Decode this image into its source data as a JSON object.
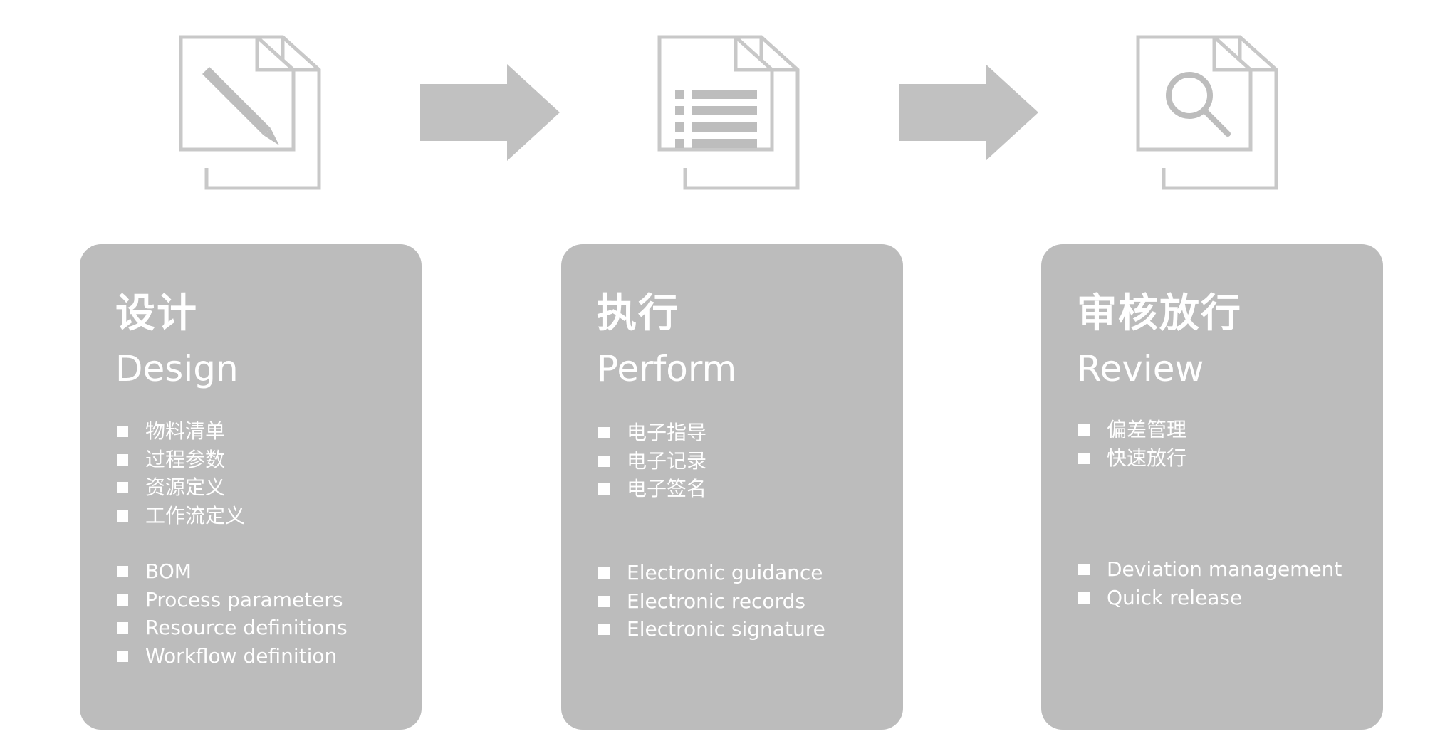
{
  "colors": {
    "card_bg": "#bcbcbc",
    "icon_stroke": "#c8c8c8",
    "arrow_fill": "#c1c1c1",
    "text": "#ffffff"
  },
  "stages": [
    {
      "icon": "pencil-document-icon",
      "title_cn": "设计",
      "title_en": "Design",
      "items_cn": [
        "物料清单",
        "过程参数",
        "资源定义",
        "工作流定义"
      ],
      "items_en": [
        "BOM",
        "Process parameters",
        "Resource definitions",
        "Workflow definition"
      ]
    },
    {
      "icon": "list-document-icon",
      "title_cn": "执行",
      "title_en": "Perform",
      "items_cn": [
        "电子指导",
        "电子记录",
        "电子签名"
      ],
      "items_en": [
        "Electronic guidance",
        "Electronic records",
        "Electronic signature"
      ]
    },
    {
      "icon": "magnifier-document-icon",
      "title_cn": "审核放行",
      "title_en": "Review",
      "items_cn": [
        "偏差管理",
        "快速放行"
      ],
      "items_en": [
        "Deviation management",
        "Quick release"
      ]
    }
  ],
  "arrows": [
    "right-arrow-icon",
    "right-arrow-icon"
  ]
}
